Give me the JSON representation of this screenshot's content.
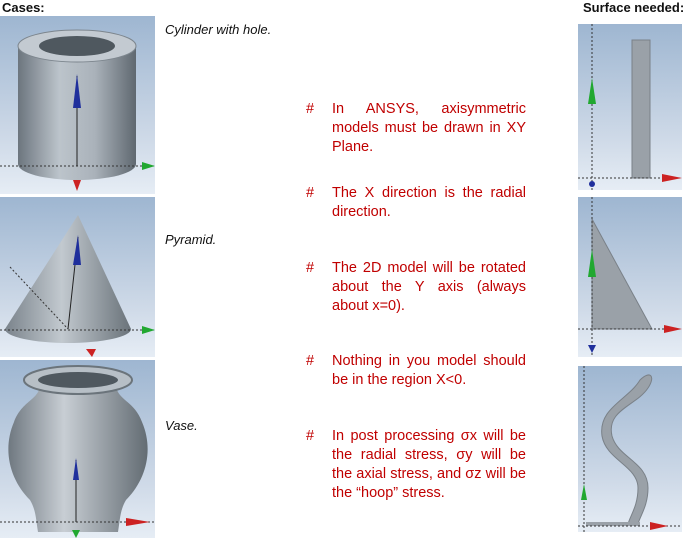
{
  "headers": {
    "cases": "Cases:",
    "surface": "Surface needed:"
  },
  "cases": [
    {
      "label": "Cylinder with hole."
    },
    {
      "label": "Pyramid."
    },
    {
      "label": "Vase."
    }
  ],
  "bullets": [
    {
      "marker": "#",
      "text": "In ANSYS, axisymmetric models must be drawn in XY Plane."
    },
    {
      "marker": "#",
      "text": "The X direction is the radial direction."
    },
    {
      "marker": "#",
      "text": "The 2D model will be rotated about the Y axis (always about x=0)."
    },
    {
      "marker": "#",
      "text": "Nothing in you model should be in the region X<0."
    },
    {
      "marker": "#",
      "text": "In post processing σx will be the radial stress, σy will be the axial stress, and σz will be the “hoop” stress."
    }
  ],
  "colors": {
    "accent": "#c00000",
    "model": "#9aa3ab",
    "axis_y": "#2233aa",
    "axis_x": "#22aa33",
    "axis_z": "#cc2222"
  }
}
